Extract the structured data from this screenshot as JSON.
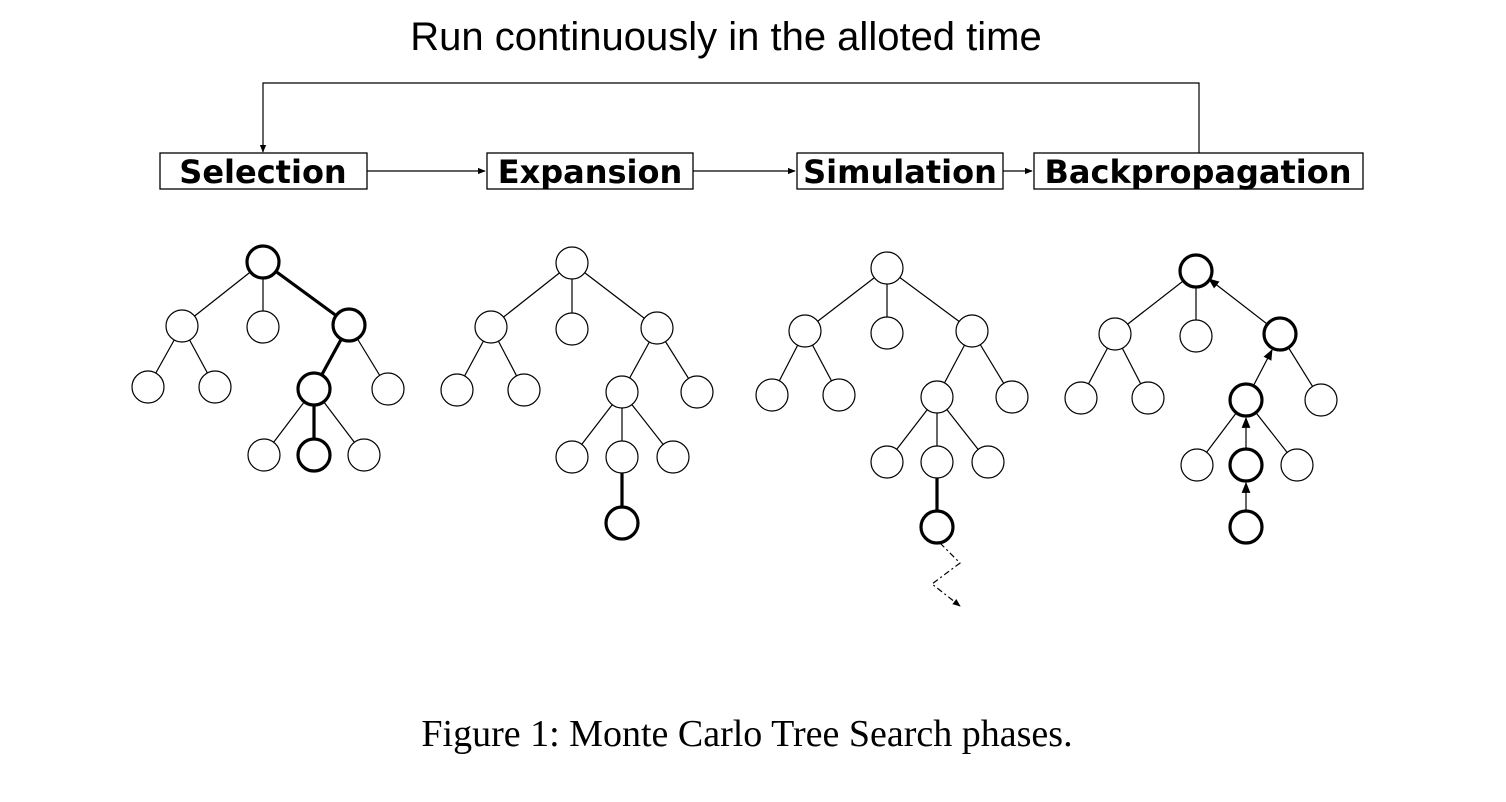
{
  "title": "Run continuously in the alloted time",
  "phases": [
    {
      "label": "Selection"
    },
    {
      "label": "Expansion"
    },
    {
      "label": "Simulation"
    },
    {
      "label": "Backpropagation"
    }
  ],
  "caption": "Figure 1: Monte Carlo Tree Search phases."
}
